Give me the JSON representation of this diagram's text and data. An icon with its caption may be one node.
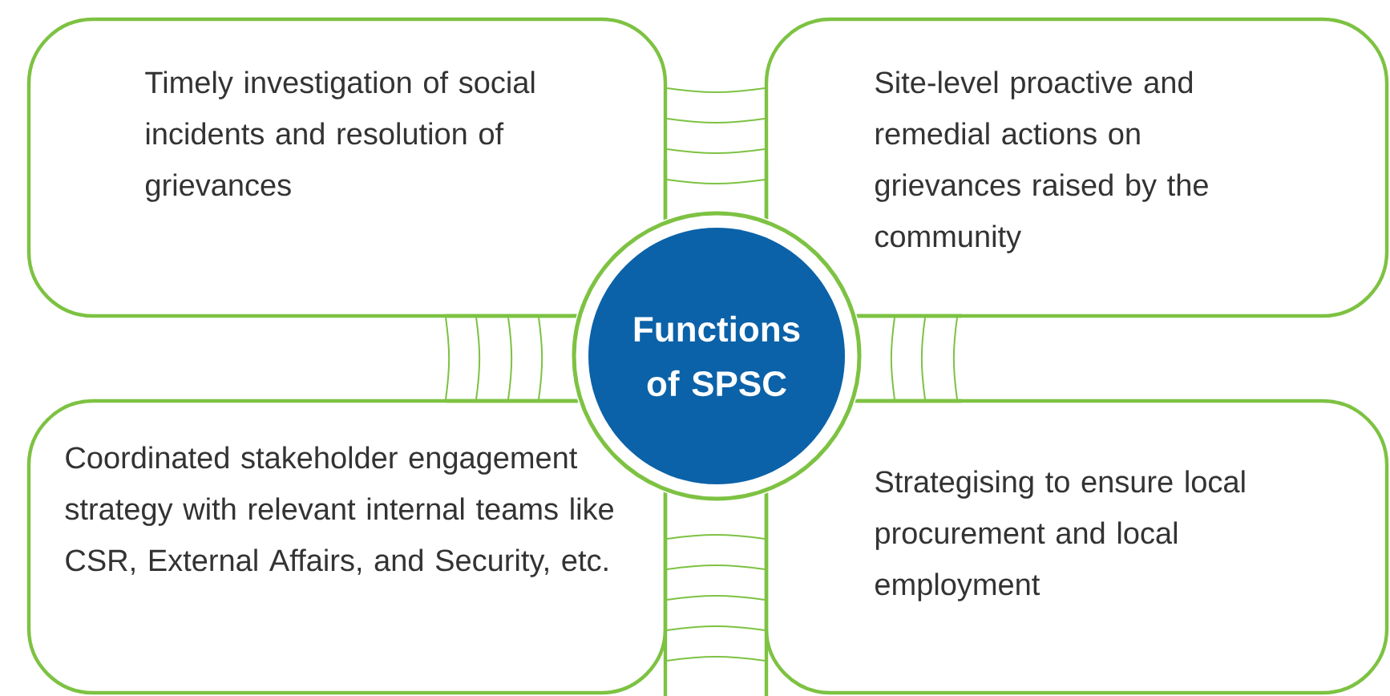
{
  "diagram": {
    "nodes": [
      {
        "text": [
          "Timely investigation of social incidents and resolution of grievances"
        ]
      },
      {
        "text": [
          "Site-level proactive and remedial actions on grievances raised by the community"
        ]
      },
      {
        "text": [
          "Functions of SPSC"
        ]
      },
      {
        "text": [
          "Coordinated stakeholder engagement strategy with relevant internal teams like CSR, External Affairs, and Security, etc."
        ]
      },
      {
        "text": [
          "Strategising to ensure local procurement and local employment"
        ]
      }
    ]
  }
}
